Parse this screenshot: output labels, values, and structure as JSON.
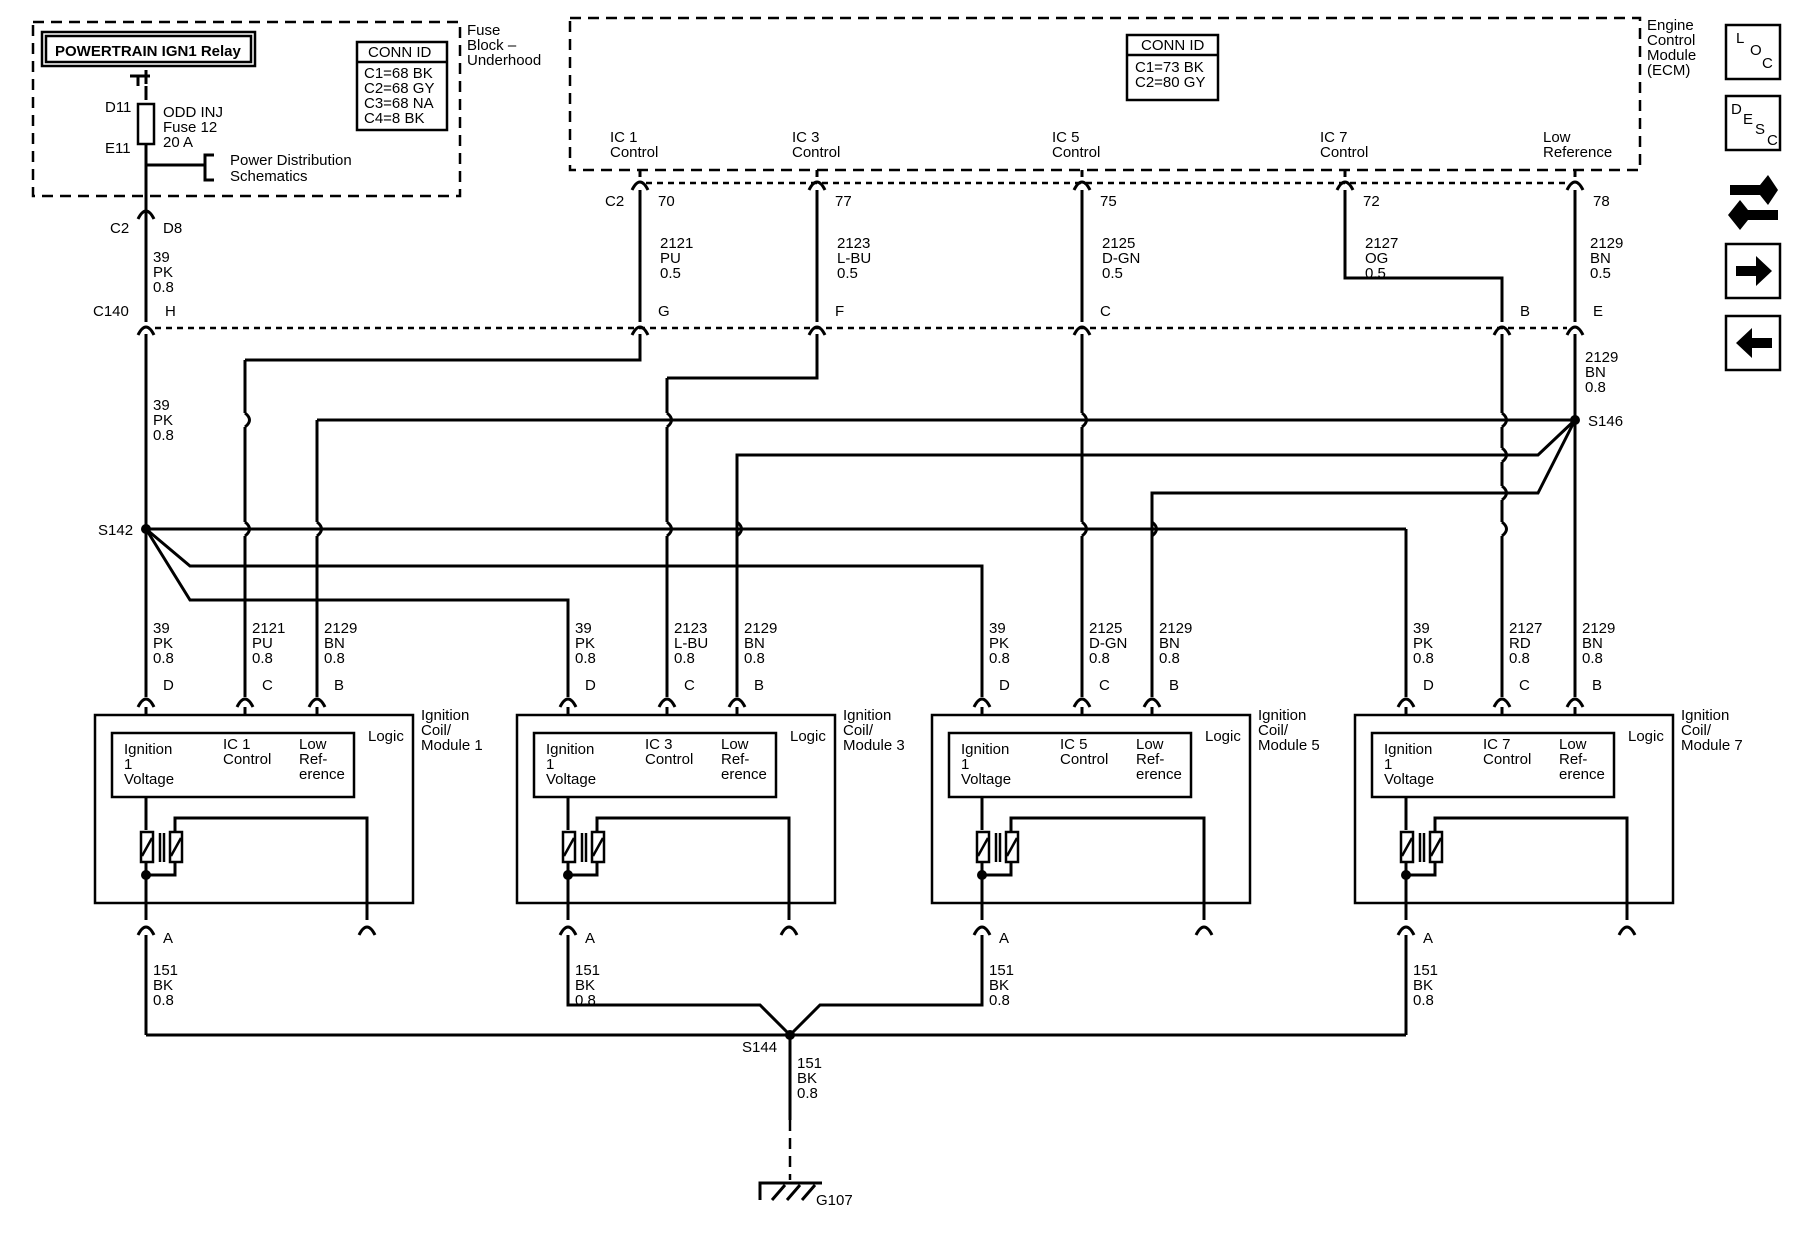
{
  "relay": {
    "title": "POWERTRAIN IGN1 Relay"
  },
  "fuse_block": {
    "label": [
      "Fuse",
      "Block –",
      "Underhood"
    ],
    "conn_id_title": "CONN ID",
    "conn_ids": [
      "C1=68 BK",
      "C2=68 GY",
      "C3=68 NA",
      "C4=8 BK"
    ],
    "fuse_lines": [
      "ODD INJ",
      "Fuse 12",
      "20 A"
    ],
    "pin_top": "D11",
    "pin_bottom": "E11",
    "power_dist": [
      "Power Distribution",
      "Schematics"
    ],
    "conn": "C2",
    "conn_pin": "D8"
  },
  "ecm": {
    "label": [
      "Engine",
      "Control",
      "Module",
      "(ECM)"
    ],
    "conn_id_title": "CONN ID",
    "conn_ids": [
      "C1=73 BK",
      "C2=80 GY"
    ],
    "conn": "C2",
    "pins": [
      {
        "name": [
          "IC 1",
          "Control"
        ],
        "pin": "70",
        "wire": [
          "2121",
          "PU",
          "0.5"
        ],
        "c140": "G"
      },
      {
        "name": [
          "IC 3",
          "Control"
        ],
        "pin": "77",
        "wire": [
          "2123",
          "L-BU",
          "0.5"
        ],
        "c140": "F"
      },
      {
        "name": [
          "IC 5",
          "Control"
        ],
        "pin": "75",
        "wire": [
          "2125",
          "D-GN",
          "0.5"
        ],
        "c140": "C"
      },
      {
        "name": [
          "IC 7",
          "Control"
        ],
        "pin": "72",
        "wire": [
          "2127",
          "OG",
          "0.5"
        ],
        "c140": "B"
      },
      {
        "name": [
          "Low",
          "Reference"
        ],
        "pin": "78",
        "wire": [
          "2129",
          "BN",
          "0.5"
        ],
        "c140": "E"
      }
    ]
  },
  "c140": {
    "name": "C140",
    "pin_h": "H"
  },
  "feed_wire": [
    "39",
    "PK",
    "0.8"
  ],
  "feed_wire2": [
    "39",
    "PK",
    "0.8"
  ],
  "lowref_wire": [
    "2129",
    "BN",
    "0.8"
  ],
  "splices": {
    "s142": "S142",
    "s146": "S146",
    "s144": "S144"
  },
  "coils": [
    {
      "label": [
        "Ignition",
        "Coil/",
        "Module 1"
      ],
      "ctrl": [
        "IC 1",
        "Control"
      ],
      "w_d": [
        "39",
        "PK",
        "0.8"
      ],
      "w_c": [
        "2121",
        "PU",
        "0.8"
      ],
      "w_b": [
        "2129",
        "BN",
        "0.8"
      ]
    },
    {
      "label": [
        "Ignition",
        "Coil/",
        "Module 3"
      ],
      "ctrl": [
        "IC 3",
        "Control"
      ],
      "w_d": [
        "39",
        "PK",
        "0.8"
      ],
      "w_c": [
        "2123",
        "L-BU",
        "0.8"
      ],
      "w_b": [
        "2129",
        "BN",
        "0.8"
      ]
    },
    {
      "label": [
        "Ignition",
        "Coil/",
        "Module 5"
      ],
      "ctrl": [
        "IC 5",
        "Control"
      ],
      "w_d": [
        "39",
        "PK",
        "0.8"
      ],
      "w_c": [
        "2125",
        "D-GN",
        "0.8"
      ],
      "w_b": [
        "2129",
        "BN",
        "0.8"
      ]
    },
    {
      "label": [
        "Ignition",
        "Coil/",
        "Module 7"
      ],
      "ctrl": [
        "IC 7",
        "Control"
      ],
      "w_d": [
        "39",
        "PK",
        "0.8"
      ],
      "w_c": [
        "2127",
        "RD",
        "0.8"
      ],
      "w_b": [
        "2129",
        "BN",
        "0.8"
      ]
    }
  ],
  "coil_common": {
    "logic": "Logic",
    "ign": [
      "Ignition",
      "1",
      "Voltage"
    ],
    "lowref": [
      "Low",
      "Ref-",
      "erence"
    ],
    "pin_d": "D",
    "pin_c": "C",
    "pin_b": "B",
    "pin_a": "A"
  },
  "ground_wire": [
    "151",
    "BK",
    "0.8"
  ],
  "ground": "G107",
  "nav": {
    "loc": [
      "L",
      "O",
      "C"
    ],
    "desc": [
      "D",
      "E",
      "S",
      "C"
    ]
  }
}
